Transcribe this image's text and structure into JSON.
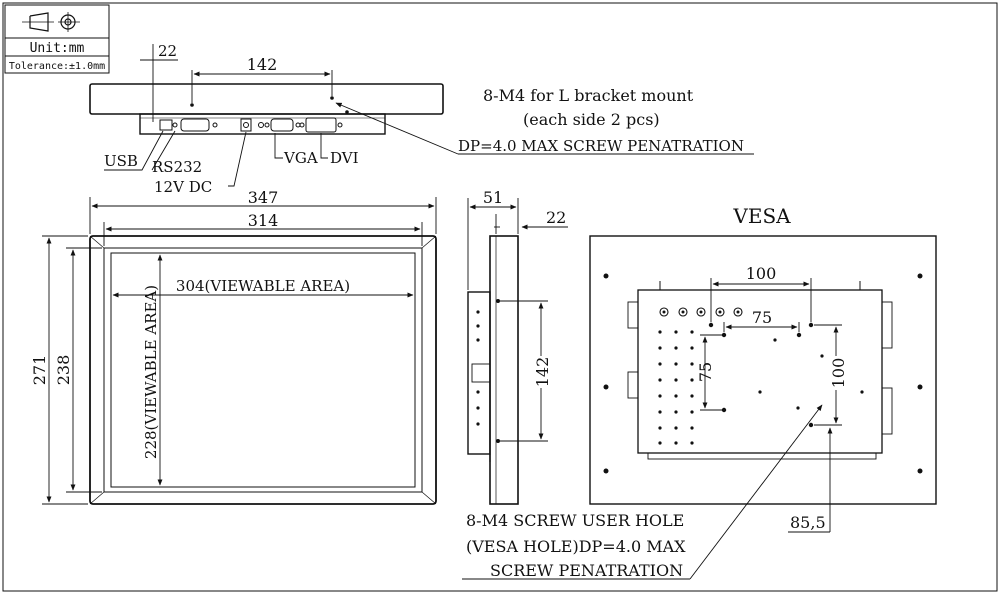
{
  "title_block": {
    "unit": "Unit:mm",
    "tolerance": "Tolerance:±1.0mm"
  },
  "top_view": {
    "dim_22": "22",
    "dim_142": "142",
    "bracket_note_1": "8-M4 for L bracket mount",
    "bracket_note_2": "(each side 2 pcs)",
    "bracket_note_3": "DP=4.0 MAX SCREW PENATRATION",
    "ports": {
      "usb": "USB",
      "rs232": "RS232",
      "dc": "12V DC",
      "vga": "VGA",
      "dvi": "DVI"
    }
  },
  "front_view": {
    "dim_width_outer": "347",
    "dim_width_inner": "314",
    "dim_viewable_width": "304(VIEWABLE AREA)",
    "dim_height_outer": "271",
    "dim_height_inner": "238",
    "dim_viewable_height": "228(VIEWABLE AREA)"
  },
  "side_view": {
    "dim_depth": "51",
    "dim_22": "22",
    "dim_142": "142"
  },
  "rear_view": {
    "title": "VESA",
    "dim_100_h": "100",
    "dim_75_h": "75",
    "dim_75_v": "75",
    "dim_100_v": "100",
    "dim_85_5": "85,5",
    "screw_note_1": "8-M4 SCREW USER HOLE",
    "screw_note_2": "(VESA HOLE)DP=4.0 MAX",
    "screw_note_3": "SCREW PENATRATION"
  }
}
